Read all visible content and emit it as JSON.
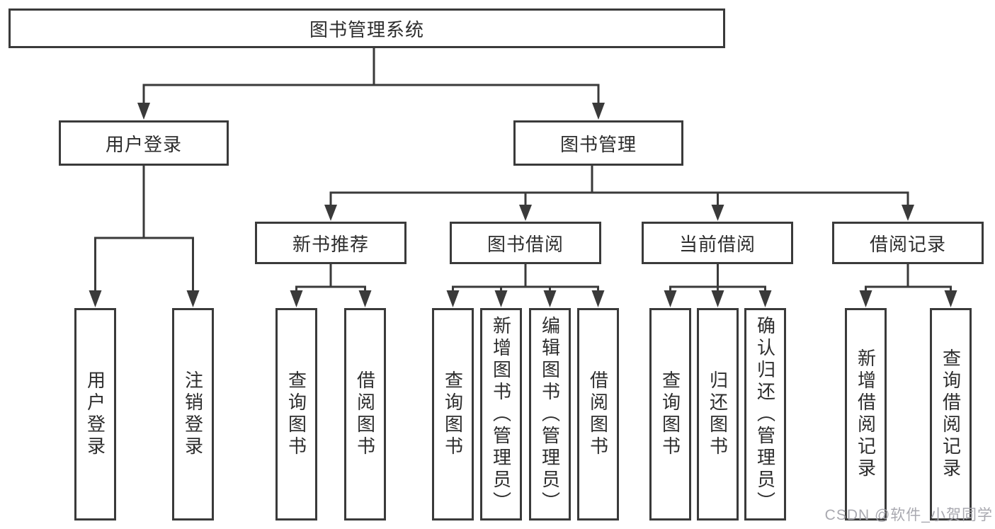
{
  "diagram": {
    "root_label": "图书管理系统",
    "user_login": {
      "label": "用户登录",
      "children": [
        "用户登录",
        "注销登录"
      ]
    },
    "book_management": {
      "label": "图书管理",
      "new_book": {
        "label": "新书推荐",
        "children": [
          "查询图书",
          "借阅图书"
        ]
      },
      "borrow": {
        "label": "图书借阅",
        "children": [
          "查询图书",
          "新增图书（管理员）",
          "编辑图书（管理员）",
          "借阅图书"
        ]
      },
      "current": {
        "label": "当前借阅",
        "children": [
          "查询图书",
          "归还图书",
          "确认归还（管理员）"
        ]
      },
      "records": {
        "label": "借阅记录",
        "children": [
          "新增借阅记录",
          "查询借阅记录"
        ]
      }
    }
  },
  "watermark": "CSDN @软件_小贺同学",
  "colors": {
    "line": "#3a3a3a",
    "text": "#2d2d2d",
    "watermark": "#a4a4ac",
    "background": "#ffffff"
  }
}
